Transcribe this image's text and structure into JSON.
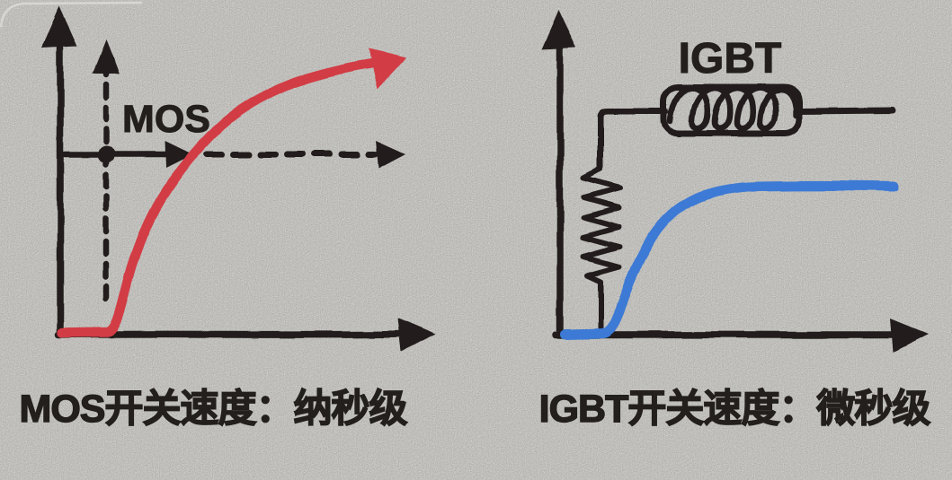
{
  "colors": {
    "ink": "#221f1c",
    "paper": "#f2f1ed",
    "mos_red": "#d23c44",
    "igbt_blue": "#3d7ad5"
  },
  "mos_panel": {
    "curve_label": "MOS",
    "caption": "MOS开关速度：纳秒级",
    "curve_style": "red rising saturating curve with arrow tip",
    "symbols": [
      "y-axis-arrow-up",
      "dashed-y-axis-arrow-up",
      "x-axis-arrow-right",
      "origin-dot",
      "solid-arrow-right",
      "dashed-arrow-right",
      "mos-curve-arrow"
    ]
  },
  "igbt_panel": {
    "curve_label": "IGBT",
    "caption": "IGBT开关速度：微秒级",
    "curve_style": "blue rising saturating curve",
    "symbols": [
      "y-axis-arrow-up",
      "x-axis-arrow-right",
      "inductor-coil-box",
      "vertical-spring-coil",
      "igbt-curve"
    ]
  }
}
